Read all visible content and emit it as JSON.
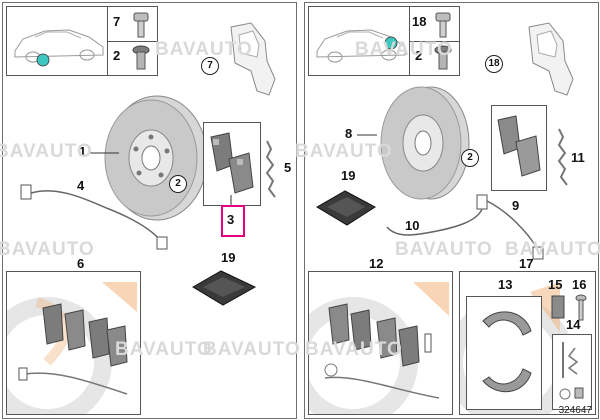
{
  "watermark": "BAVAUTO",
  "diagram_id": "324647",
  "left": {
    "callouts": {
      "c7": "7",
      "c2": "2",
      "c1": "1",
      "c4": "4",
      "c5": "5",
      "c3": "3",
      "c19": "19",
      "c6": "6",
      "circled_7": "7",
      "circled_2": "2"
    }
  },
  "right": {
    "callouts": {
      "c18": "18",
      "c2": "2",
      "c8": "8",
      "c11": "11",
      "c9": "9",
      "c19": "19",
      "c10": "10",
      "c12": "12",
      "c17": "17",
      "c13": "13",
      "c15": "15",
      "c16": "16",
      "c14": "14",
      "circled_18": "18",
      "circled_2": "2"
    }
  },
  "colors": {
    "highlight": "#e6007e",
    "marker": "#3ec7c0",
    "accent": "#f0b27a"
  }
}
